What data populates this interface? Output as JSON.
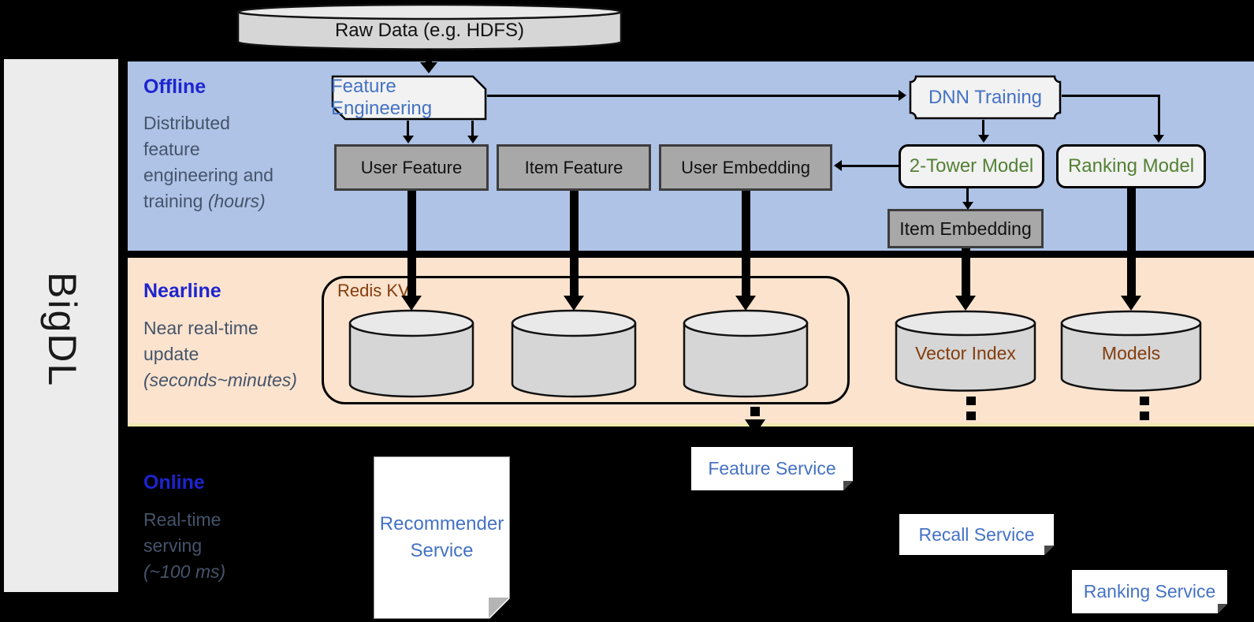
{
  "brand": {
    "name": "BigDL"
  },
  "source": {
    "label": "Raw Data (e.g. HDFS)"
  },
  "sections": {
    "offline": {
      "title": "Offline",
      "desc": "Distributed feature engineering and training",
      "desc_italic": "(hours)"
    },
    "nearline": {
      "title": "Nearline",
      "desc": "Near real-time update",
      "desc_italic": "(seconds~minutes)"
    },
    "online": {
      "title": "Online",
      "desc": "Real-time serving",
      "desc_italic": "(~100 ms)"
    }
  },
  "nodes": {
    "feature_engineering": "Feature Engineering",
    "dnn_training": "DNN Training",
    "user_feature": "User Feature",
    "item_feature": "Item Feature",
    "user_embedding": "User Embedding",
    "two_tower_model": "2-Tower Model",
    "ranking_model": "Ranking Model",
    "item_embedding": "Item Embedding",
    "redis_kv": "Redis KV",
    "vector_index": "Vector Index",
    "models": "Models",
    "recommender_service": "Recommender Service",
    "feature_service": "Feature Service",
    "recall_service": "Recall Service",
    "ranking_service": "Ranking Service"
  },
  "colors": {
    "background": "#000000",
    "offline_band": "#aec3e6",
    "nearline_band": "#fbe3ce",
    "nearline_divider_yellow": "#efe9ae",
    "sidebar": "#ececec",
    "section_title_blue": "#1e24cf",
    "section_desc_gray": "#44546a",
    "node_text_blue": "#4472c4",
    "node_text_green": "#538135",
    "storage_text_brown": "#843c0c",
    "gray_node_fill": "#a8a8a8",
    "light_node_fill": "#f2f2f2",
    "cylinder_fill": "#d6d6d6"
  }
}
